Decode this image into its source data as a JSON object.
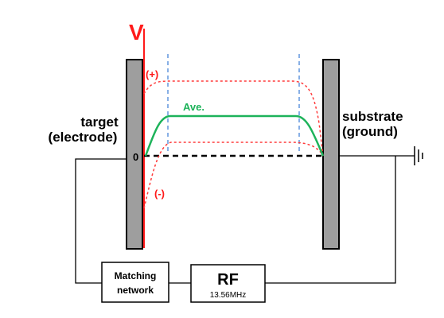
{
  "labels": {
    "voltage_axis": "V",
    "plus": "(+)",
    "minus": "(-)",
    "average": "Ave.",
    "zero": "0",
    "target_line1": "target",
    "target_line2": "(electrode)",
    "substrate_line1": "substrate",
    "substrate_line2": "(ground)"
  },
  "matching_network": {
    "line1": "Matching",
    "line2": "network"
  },
  "rf": {
    "label": "RF",
    "frequency": "13.56MHz"
  },
  "colors": {
    "voltage_axis": "#ff0000",
    "rf_envelope": "#ff3b3b",
    "average_curve": "#1db35a",
    "sheath_marker": "#3a7bd5",
    "electrode": "#9e9e9e",
    "wire": "#000000"
  }
}
